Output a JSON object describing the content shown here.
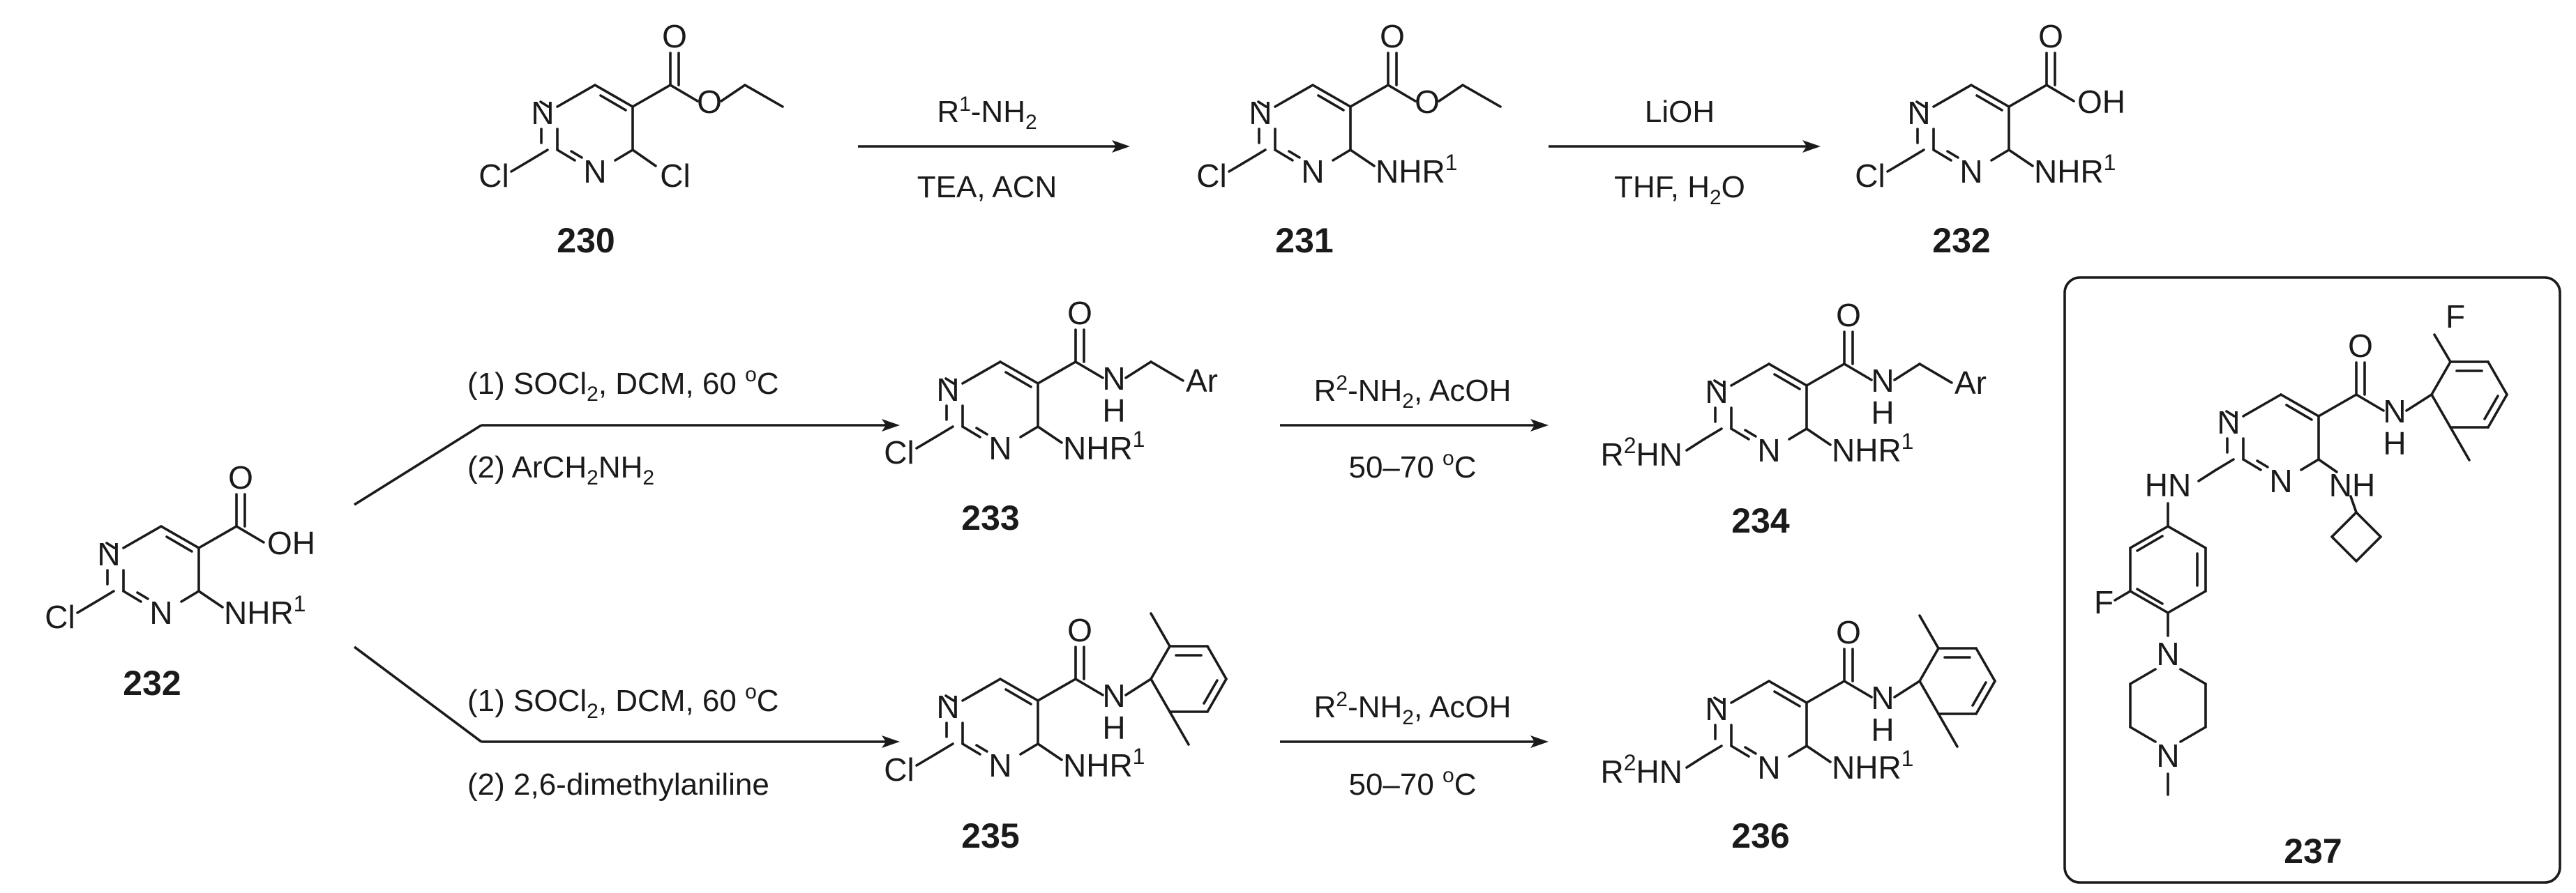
{
  "compounds": {
    "c230": {
      "id": "230",
      "N": "N",
      "O1": "O",
      "O2": "O",
      "Cl1": "Cl",
      "Cl2": "Cl"
    },
    "c231": {
      "id": "231",
      "N": "N",
      "O1": "O",
      "O2": "O",
      "Cl": "Cl",
      "NHR1": "NHR",
      "NHR1_sup": "1"
    },
    "c232_top": {
      "id": "232",
      "N": "N",
      "O": "O",
      "OH": "OH",
      "Cl": "Cl",
      "NHR1": "NHR",
      "NHR1_sup": "1"
    },
    "c232_left": {
      "id": "232",
      "N": "N",
      "O": "O",
      "OH": "OH",
      "Cl": "Cl",
      "NHR1": "NHR",
      "NHR1_sup": "1"
    },
    "c233": {
      "id": "233",
      "N": "N",
      "O": "O",
      "NH_N": "N",
      "NH_H": "H",
      "Ar": "Ar",
      "Cl": "Cl",
      "NHR1": "NHR",
      "NHR1_sup": "1"
    },
    "c234": {
      "id": "234",
      "N": "N",
      "O": "O",
      "NH_N": "N",
      "NH_H": "H",
      "Ar": "Ar",
      "R2HN_pre": "R",
      "R2HN_sup": "2",
      "R2HN_post": "HN",
      "NHR1": "NHR",
      "NHR1_sup": "1"
    },
    "c235": {
      "id": "235",
      "N": "N",
      "O": "O",
      "NH_N": "N",
      "NH_H": "H",
      "Cl": "Cl",
      "NHR1": "NHR",
      "NHR1_sup": "1"
    },
    "c236": {
      "id": "236",
      "N": "N",
      "O": "O",
      "NH_N": "N",
      "NH_H": "H",
      "R2HN_pre": "R",
      "R2HN_sup": "2",
      "R2HN_post": "HN",
      "NHR1": "NHR",
      "NHR1_sup": "1"
    },
    "c237": {
      "id": "237",
      "F1": "F",
      "O": "O",
      "N": "N",
      "NH_amide": "N",
      "NH_amide_H": "H",
      "HN": "HN",
      "NH": "NH",
      "F2": "F",
      "Npip1": "N",
      "Npip2": "N"
    }
  },
  "conditions": {
    "step1_reagent_pre": "R",
    "step1_reagent_sup": "1",
    "step1_reagent_post": "-NH",
    "step1_reagent_sub": "2",
    "step1_solvent": "TEA, ACN",
    "step2_reagent": "LiOH",
    "step2_solvent_pre": "THF, H",
    "step2_solvent_sub": "2",
    "step2_solvent_post": "O",
    "step3_line1_pre": "(1) SOCl",
    "step3_line1_sub": "2",
    "step3_line1_mid": ", DCM, 60 ",
    "step3_line1_sup": "o",
    "step3_line1_post": "C",
    "step3_line2_pre": "(2) ArCH",
    "step3_line2_sub1": "2",
    "step3_line2_mid": "NH",
    "step3_line2_sub2": "2",
    "step4_line1_pre": "R",
    "step4_line1_sup": "2",
    "step4_line1_mid": "-NH",
    "step4_line1_sub": "2",
    "step4_line1_post": ", AcOH",
    "step4_line2_pre": "50–70 ",
    "step4_line2_sup": "o",
    "step4_line2_post": "C",
    "step5_line1_pre": "(1) SOCl",
    "step5_line1_sub": "2",
    "step5_line1_mid": ", DCM, 60 ",
    "step5_line1_sup": "o",
    "step5_line1_post": "C",
    "step5_line2": "(2) 2,6-dimethylaniline",
    "step6_line1_pre": "R",
    "step6_line1_sup": "2",
    "step6_line1_mid": "-NH",
    "step6_line1_sub": "2",
    "step6_line1_post": ", AcOH",
    "step6_line2_pre": "50–70 ",
    "step6_line2_sup": "o",
    "step6_line2_post": "C"
  }
}
